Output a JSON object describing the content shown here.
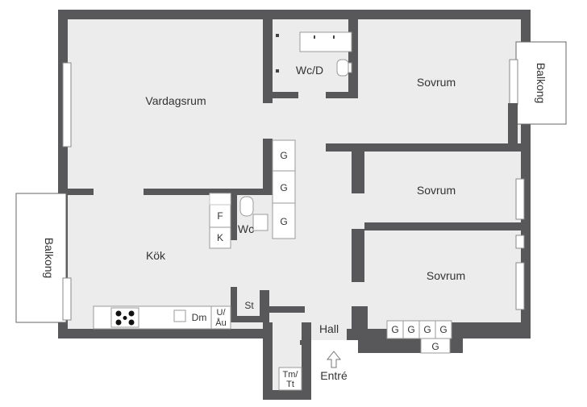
{
  "colors": {
    "wall": "#58585a",
    "floor": "#ececec",
    "fixture": "#ffffff",
    "outline": "#9a9a9a",
    "text": "#333333"
  },
  "rooms": {
    "vardagsrum": "Vardagsrum",
    "wc_d": "Wc/D",
    "sovrum_top": "Sovrum",
    "sovrum_mid": "Sovrum",
    "sovrum_bottom": "Sovrum",
    "kok": "Kök",
    "wc": "Wc",
    "hall": "Hall",
    "balkong_right": "Balkong",
    "balkong_left": "Balkong",
    "entre": "Entré"
  },
  "fixtures": {
    "wardrobe": "G",
    "fridge": "F",
    "freezer": "K",
    "dishwasher": "Dm",
    "st": "St",
    "ua_line1": "U/",
    "ua_line2": "Åu",
    "tmtt_line1": "Tm/",
    "tmtt_line2": "Tt"
  }
}
